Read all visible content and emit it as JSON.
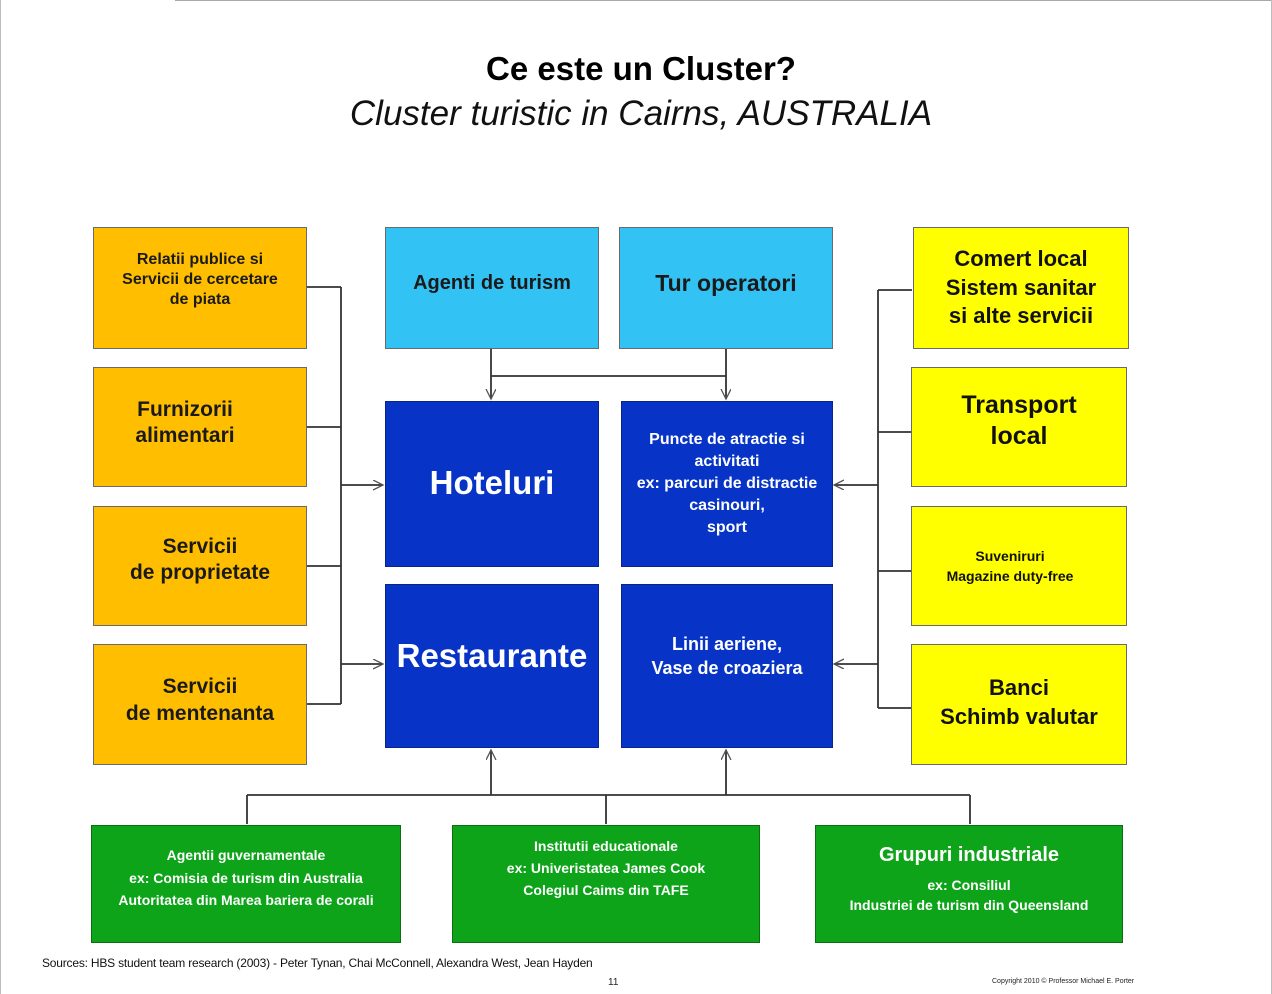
{
  "title": "Ce este un Cluster?",
  "subtitle": "Cluster turistic in Cairns, AUSTRALIA",
  "left_boxes": [
    "Relatii publice si\nServicii de cercetare\nde piata",
    "Furnizorii\nalimentari",
    "Servicii\nde proprietate",
    "Servicii\nde mentenanta"
  ],
  "top_boxes": [
    "Agenti de turism",
    "Tur operatori"
  ],
  "center_boxes": [
    "Hoteluri",
    "Puncte de atractie si\nactivitati\nex: parcuri de distractie\ncasinouri,\nsport",
    "Restaurante",
    "Linii aeriene,\nVase de croaziera"
  ],
  "right_boxes": [
    "Comert local\nSistem sanitar\nsi alte servicii",
    "Transport\nlocal",
    "Suveniruri\nMagazine duty-free",
    "Banci\nSchimb valutar"
  ],
  "bottom_boxes": [
    "Agentii guvernamentale\nex: Comisia de turism din Australia\nAutoritatea din Marea bariera de corali",
    "Institutii educationale\nex: Univeristatea James Cook\nColegiul Caims din TAFE",
    "Grupuri industriale",
    "ex: Consiliul\nIndustriei de turism din Queensland"
  ],
  "source": "Sources: HBS student team research (2003) - Peter Tynan, Chai McConnell, Alexandra West, Jean Hayden",
  "page_number": "11",
  "copyright": "Copyright 2010 © Professor Michael E. Porter",
  "colors": {
    "orange": "#ffbe00",
    "yellow": "#ffff00",
    "cyan": "#33c2f4",
    "blue": "#0734c6",
    "green": "#0ea41a"
  }
}
